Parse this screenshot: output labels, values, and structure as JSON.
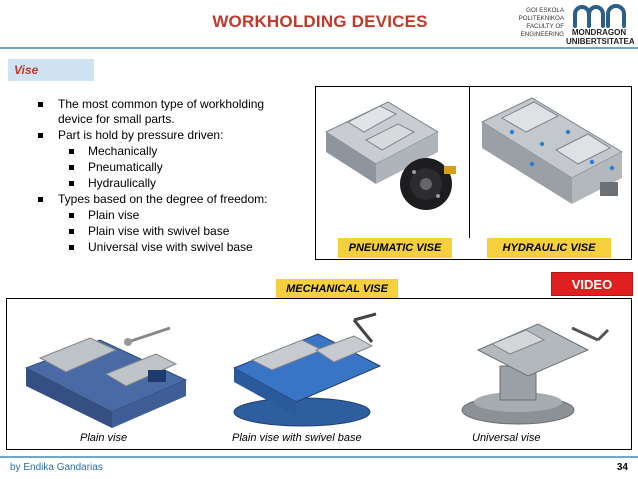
{
  "header": {
    "title": "WORKHOLDING DEVICES",
    "logo": {
      "left_lines": [
        "GOI ESKOLA",
        "POLITEKNIKOA",
        "FACULTY OF",
        "ENGINEERING"
      ],
      "name_lines": [
        "MONDRAGON",
        "UNIBERTSITATEA"
      ],
      "color": "#2b5f8a"
    }
  },
  "section": {
    "label": "Vise"
  },
  "content": {
    "b1": "The most common type of workholding device for small parts.",
    "b2": "Part is hold by pressure driven:",
    "b2_subs": [
      "Mechanically",
      "Pneumatically",
      "Hydraulically"
    ],
    "b3": "Types based on the degree of freedom:",
    "b3_subs": [
      "Plain vise",
      "Plain vise with swivel base",
      "Universal vise with swivel base"
    ]
  },
  "images": {
    "pneumatic_tag": "PNEUMATIC VISE",
    "hydraulic_tag": "HYDRAULIC VISE",
    "mechanical_tag": "MECHANICAL VISE",
    "video_button": "VIDEO",
    "captions": [
      "Plain vise",
      "Plain vise with swivel base",
      "Universal vise"
    ]
  },
  "footer": {
    "author": "by Endika Gandarias",
    "page": "34"
  },
  "colors": {
    "title_red": "#c0392b",
    "tag_yellow": "#f4d03f",
    "label_bg": "#cfe3f3",
    "rule_blue": "#6fa8c8",
    "video_red": "#e02020"
  }
}
